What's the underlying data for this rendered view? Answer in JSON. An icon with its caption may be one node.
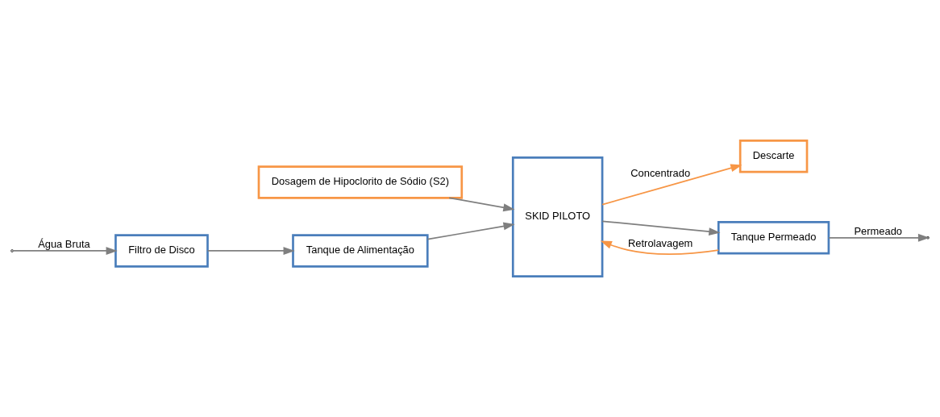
{
  "diagram": {
    "nodes": [
      {
        "text": [
          "Filtro de Disco"
        ]
      },
      {
        "text": [
          "Tanque de Alimentação"
        ]
      },
      {
        "text": [
          "SKID PILOTO"
        ]
      },
      {
        "text": [
          "Descarte"
        ]
      },
      {
        "text": [
          "Tanque Permeado"
        ]
      },
      {
        "text": [
          "Dosagem de Hipoclorito de Sódio (S2)"
        ]
      }
    ],
    "edges": [
      {
        "from": null,
        "to": 0,
        "arrow": "to",
        "label": "Água Bruta"
      },
      {
        "from": 0,
        "to": 1,
        "arrow": "to"
      },
      {
        "from": 1,
        "to": 2,
        "arrow": "to"
      },
      {
        "from": 2,
        "to": 3,
        "arrow": "to",
        "label": "Concentrado",
        "color": "#f79646"
      },
      {
        "from": 2,
        "to": 4,
        "arrow": "to"
      },
      {
        "from": 4,
        "to": null,
        "arrow": "to",
        "label": "Permeado"
      },
      {
        "from": 4,
        "to": 2,
        "arrow": "to",
        "label": "Retrolavagem",
        "color": "#f79646"
      },
      {
        "from": 5,
        "to": 2,
        "arrow": "to"
      }
    ]
  }
}
